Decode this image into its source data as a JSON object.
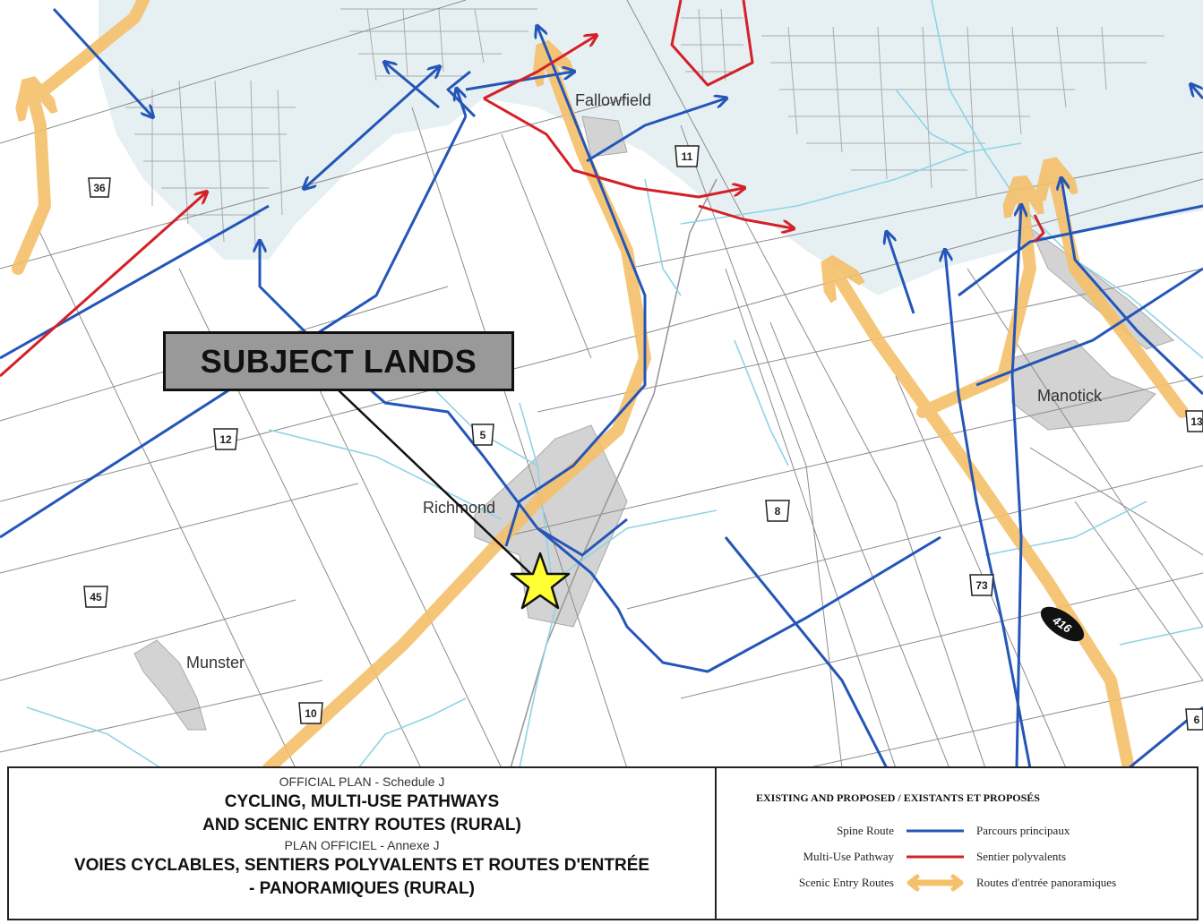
{
  "callout": {
    "label": "SUBJECT LANDS"
  },
  "places": [
    {
      "name": "Fallowfield"
    },
    {
      "name": "Richmond"
    },
    {
      "name": "Manotick"
    },
    {
      "name": "Munster"
    }
  ],
  "road_shields": [
    "36",
    "11",
    "12",
    "5",
    "8",
    "45",
    "73",
    "10",
    "13",
    "6"
  ],
  "highway": {
    "number": "416"
  },
  "title": {
    "line1": "OFFICIAL PLAN - Schedule J",
    "line2": "CYCLING, MULTI-USE PATHWAYS",
    "line3": "AND SCENIC ENTRY ROUTES (RURAL)",
    "line4": "PLAN OFFICIEL - Annexe J",
    "line5": "VOIES CYCLABLES, SENTIERS POLYVALENTS ET ROUTES D'ENTRÉE",
    "line6": "- PANORAMIQUES (RURAL)"
  },
  "legend": {
    "heading": "EXISTING AND PROPOSED / EXISTANTS ET PROPOSÉS",
    "items": [
      {
        "en": "Spine Route",
        "fr": "Parcours principaux",
        "color": "#2456b8"
      },
      {
        "en": "Multi-Use Pathway",
        "fr": "Sentier polyvalents",
        "color": "#d42027"
      },
      {
        "en": "Scenic Entry Routes",
        "fr": "Routes d'entrée panoramiques",
        "color": "#f5c06a"
      }
    ]
  },
  "colors": {
    "spine": "#2456b8",
    "pathway": "#d42027",
    "scenic": "#f5c06a",
    "urban": "#e6f0f3",
    "village": "#d3d3d3",
    "water": "#8fd3e6",
    "star": "#ffff33"
  }
}
